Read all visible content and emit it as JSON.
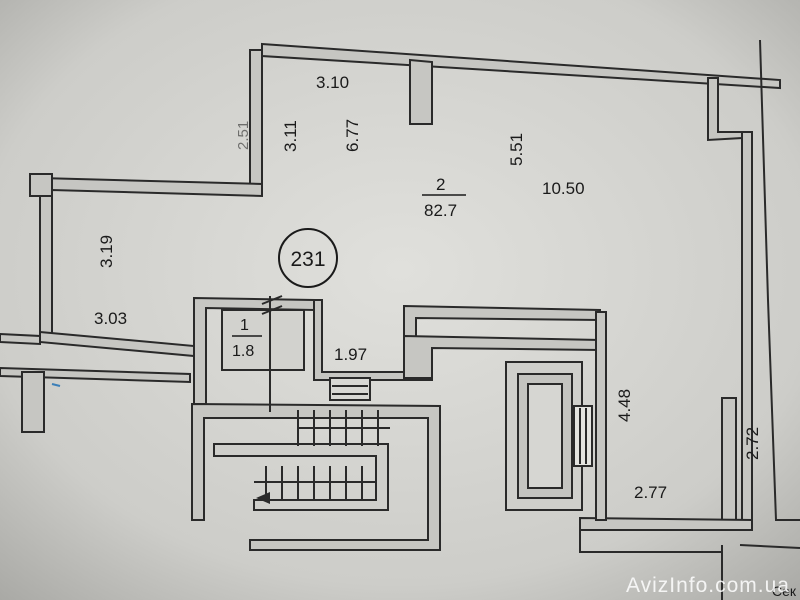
{
  "plan": {
    "apartment_number": "231",
    "rooms": [
      {
        "number": "1",
        "area": "1.8"
      },
      {
        "number": "2",
        "area": "82.7"
      }
    ],
    "dimensions": [
      "3.10",
      "3.11",
      "6.77",
      "5.51",
      "10.50",
      "3.19",
      "3.03",
      "1.97",
      "4.48",
      "2.72",
      "2.77",
      "2.51"
    ],
    "section_label": "Сек"
  },
  "watermark": "AvizInfo.com.ua",
  "colors": {
    "paper": "#d8d8d4",
    "wall": "#c6c6c2",
    "line": "#2a2a2a"
  }
}
